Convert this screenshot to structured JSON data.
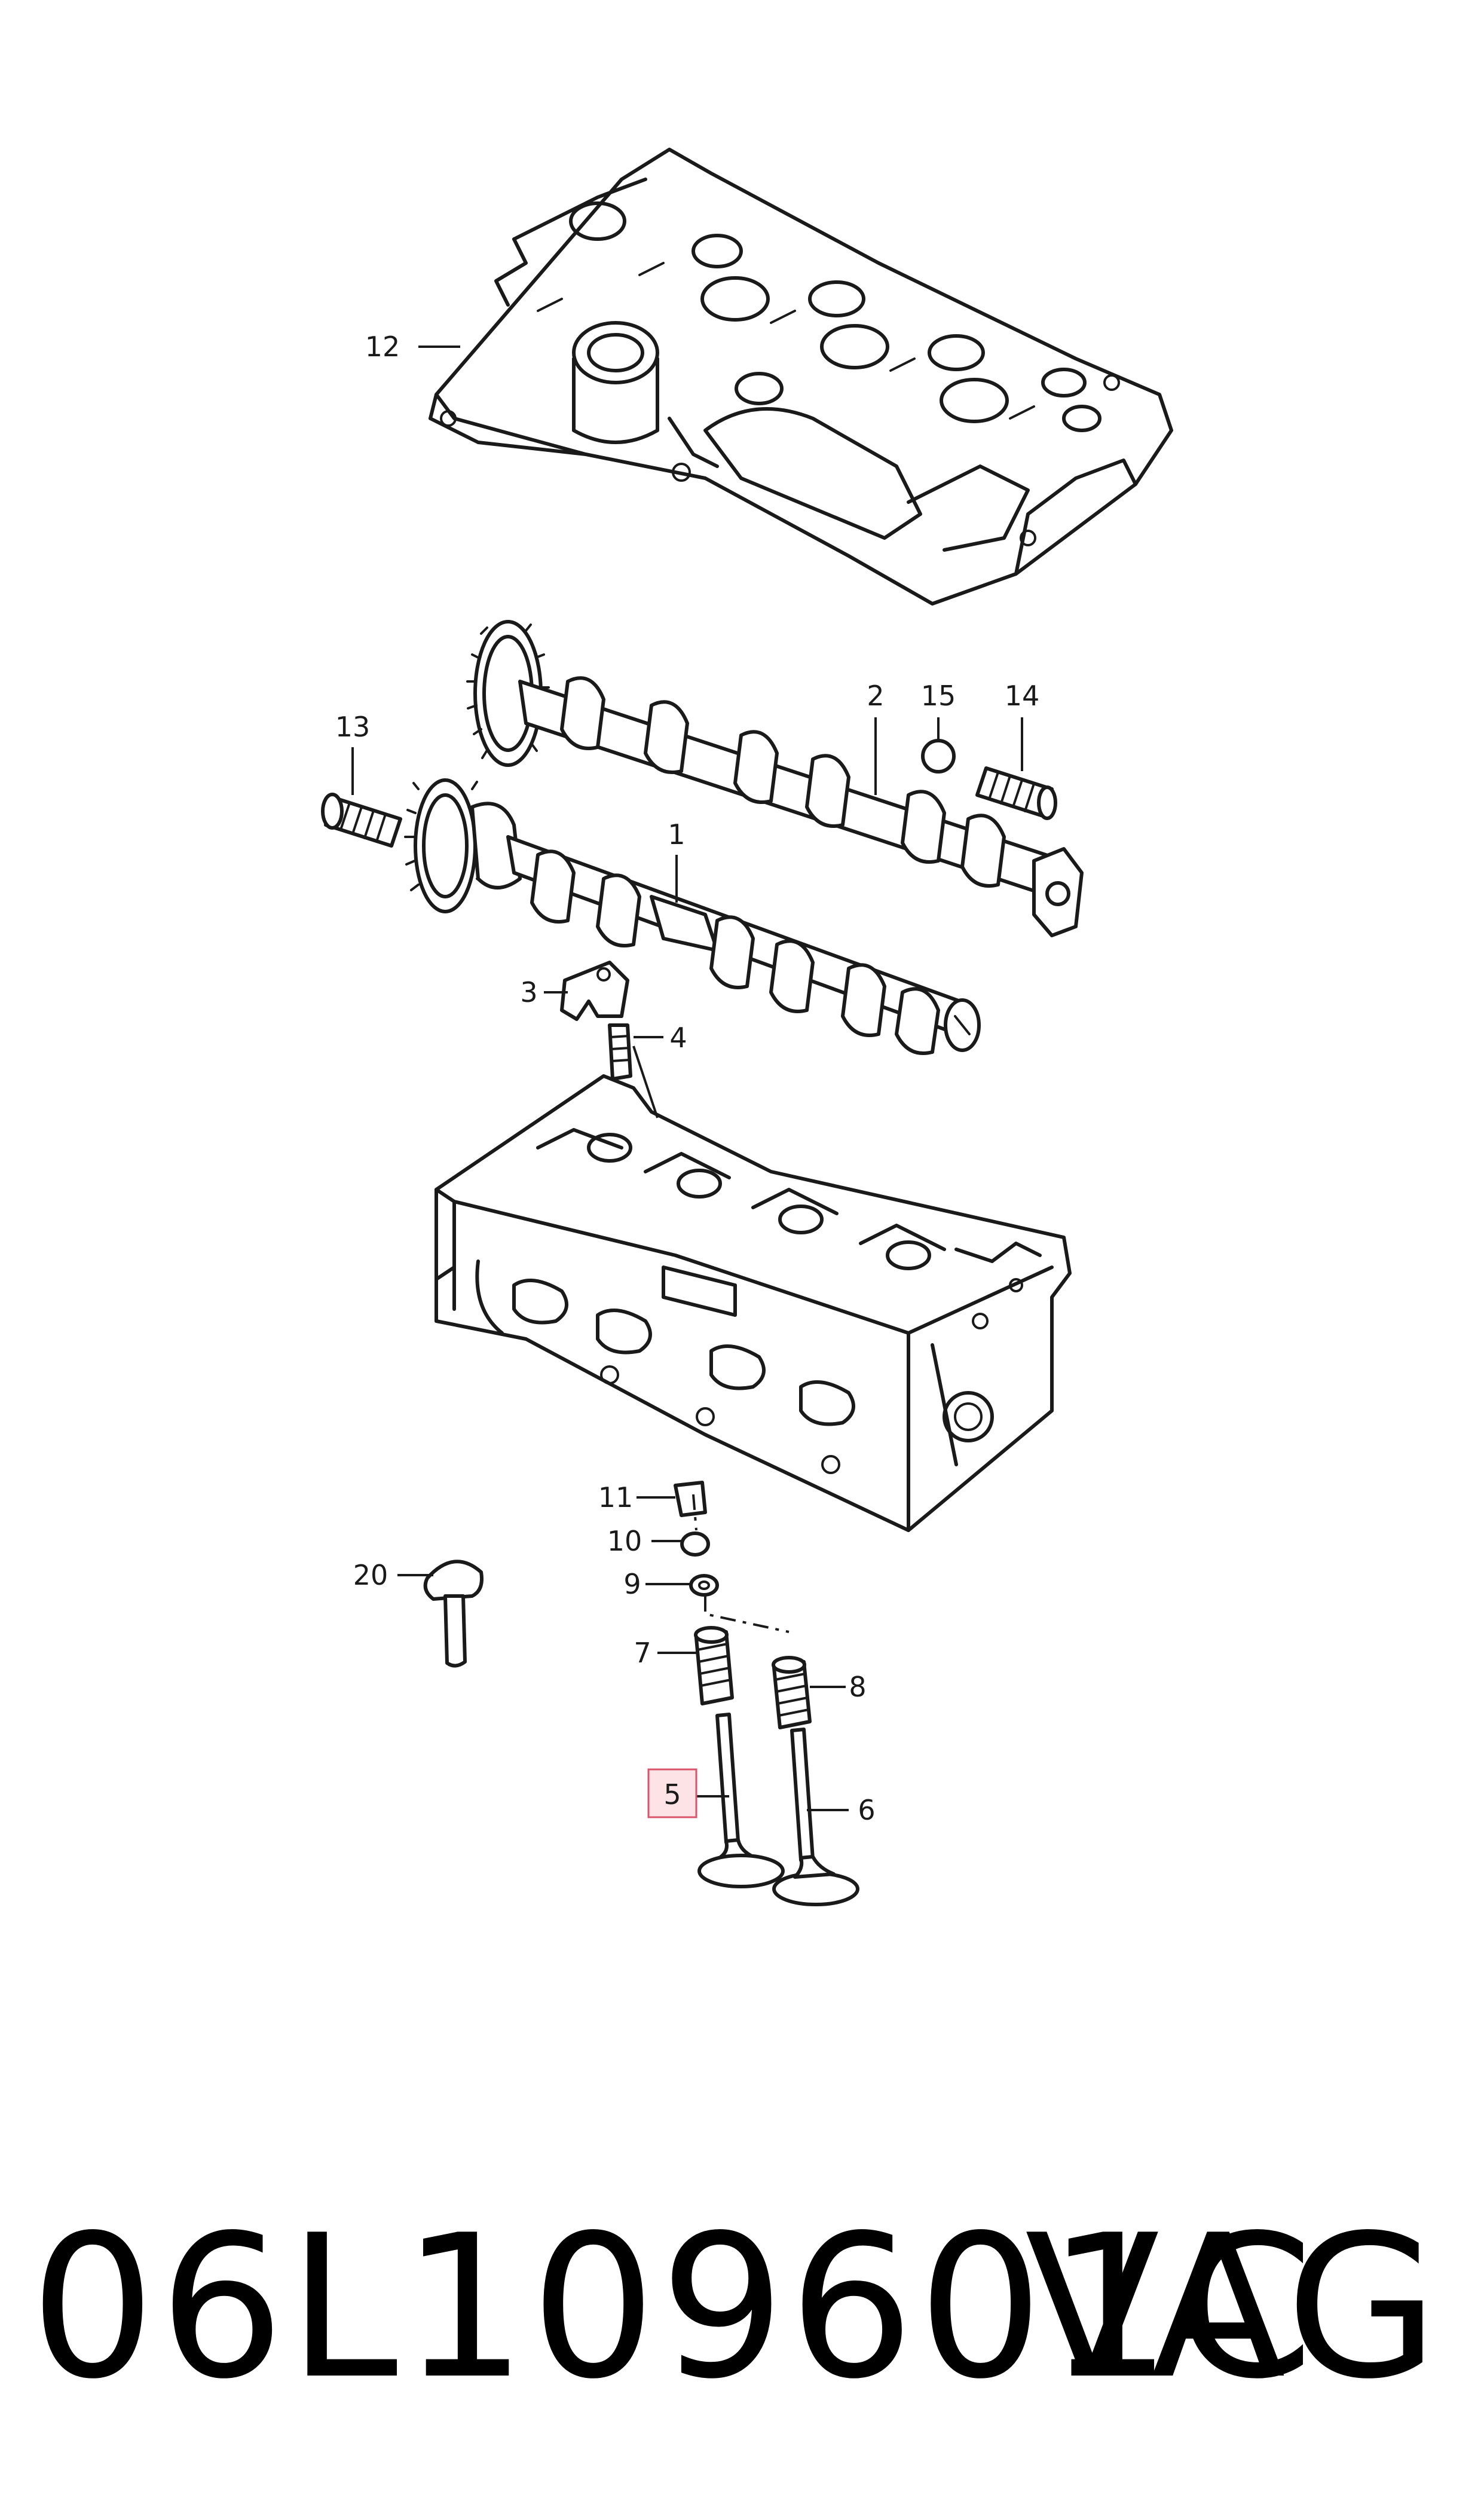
{
  "callouts": {
    "c1": "1",
    "c2": "2",
    "c3": "3",
    "c4": "4",
    "c5": "5",
    "c6": "6",
    "c7": "7",
    "c8": "8",
    "c9": "9",
    "c10": "10",
    "c11": "11",
    "c12": "12",
    "c13": "13",
    "c14": "14",
    "c15": "15",
    "c20": "20"
  },
  "highlighted_callout": "5",
  "footer": {
    "part_number": "06L109601C",
    "brand": "VAG"
  },
  "colors": {
    "line": "#1a1a1a",
    "highlight_fill": "#fde3e6",
    "highlight_stroke": "#d9546a",
    "background": "#ffffff"
  }
}
